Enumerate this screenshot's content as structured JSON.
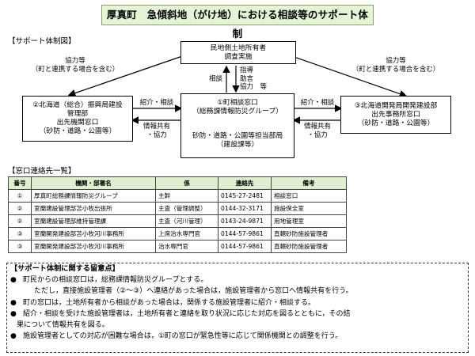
{
  "title": "厚真町　急傾斜地（がけ地）における相談等のサポート体制",
  "diagram": {
    "section_label": "【サポート体制図】",
    "top_box": [
      "民地側土地所有者",
      "調査実施"
    ],
    "center_box": [
      "①町相談窓口",
      "（総務課情報防災グループ）"
    ],
    "center_sub_box": [
      "砂防・道路・公園等担当部局",
      "（建設課等）"
    ],
    "left_box": [
      "②北海道（総合）振興局建設",
      "管理部",
      "出先機関窓口",
      "（砂防・道路・公園等）"
    ],
    "right_box": [
      "③北海道開発局開発建設部",
      "出先事務所窓口",
      "（砂防・道路・公園等）"
    ],
    "label_consult": "相談",
    "label_guidance": [
      "指導",
      "助言",
      "協力　等"
    ],
    "label_left_coop": [
      "協力等",
      "（町と連携する場合を含む）"
    ],
    "label_right_coop": [
      "協力等",
      "（町と連携する場合を含む）"
    ],
    "label_intro_left": "紹介・相談",
    "label_intro_right": "紹介・相談",
    "label_share_left": [
      "情報共有",
      "・協力"
    ],
    "label_share_right": [
      "情報共有",
      "・協力"
    ]
  },
  "contacts": {
    "section_label": "【窓口連絡先一覧】",
    "headers": [
      "番号",
      "機関・部署名",
      "係",
      "連絡先",
      "備考"
    ],
    "rows": [
      [
        "①",
        "厚真町総務課情報防災グループ",
        "主幹",
        "0145-27-2481",
        "相談窓口"
      ],
      [
        "②",
        "室蘭建設管理部苫小牧出張所",
        "主査（管理調整）",
        "0144-32-3171",
        "施設保全室"
      ],
      [
        "②",
        "室蘭建設管理部維持管理課",
        "主査（河川管理）",
        "0143-24-9871",
        "用地管理室"
      ],
      [
        "③",
        "室蘭開発建設部苫小牧河川事務所",
        "上席治水専門官",
        "0144-57-9861",
        "直轄砂防施設管理者"
      ],
      [
        "③",
        "室蘭開発建設部苫小牧河川事務所",
        "治水専門官",
        "0144-57-9861",
        "直轄砂防施設管理者"
      ]
    ]
  },
  "notes": {
    "title": "【サポート体制に関する留意点】",
    "bullet_symbol": "●",
    "items": [
      {
        "text": "町民からの相談窓口は，総務課情報防災グループとする。",
        "cont": "ただし，直接施設管理者（②～③）へ連絡があった場合は，施設管理者から窓口へ情報共有を行う。"
      },
      {
        "text": "町の窓口は，土地所有者から相談があった場合は，関係する施設管理者に紹介・相談する。",
        "cont": ""
      },
      {
        "text": "紹介・相談を受けた施設管理者は，土地所有者と連絡を取り状況に応じた対応を図るとともに，その結",
        "cont": "果について情報共有を図る。"
      },
      {
        "text": "施設管理者としての対応が困難な場合は，①町の窓口が緊急性等に応じて関係機関との調整を行う。",
        "cont": ""
      }
    ]
  }
}
